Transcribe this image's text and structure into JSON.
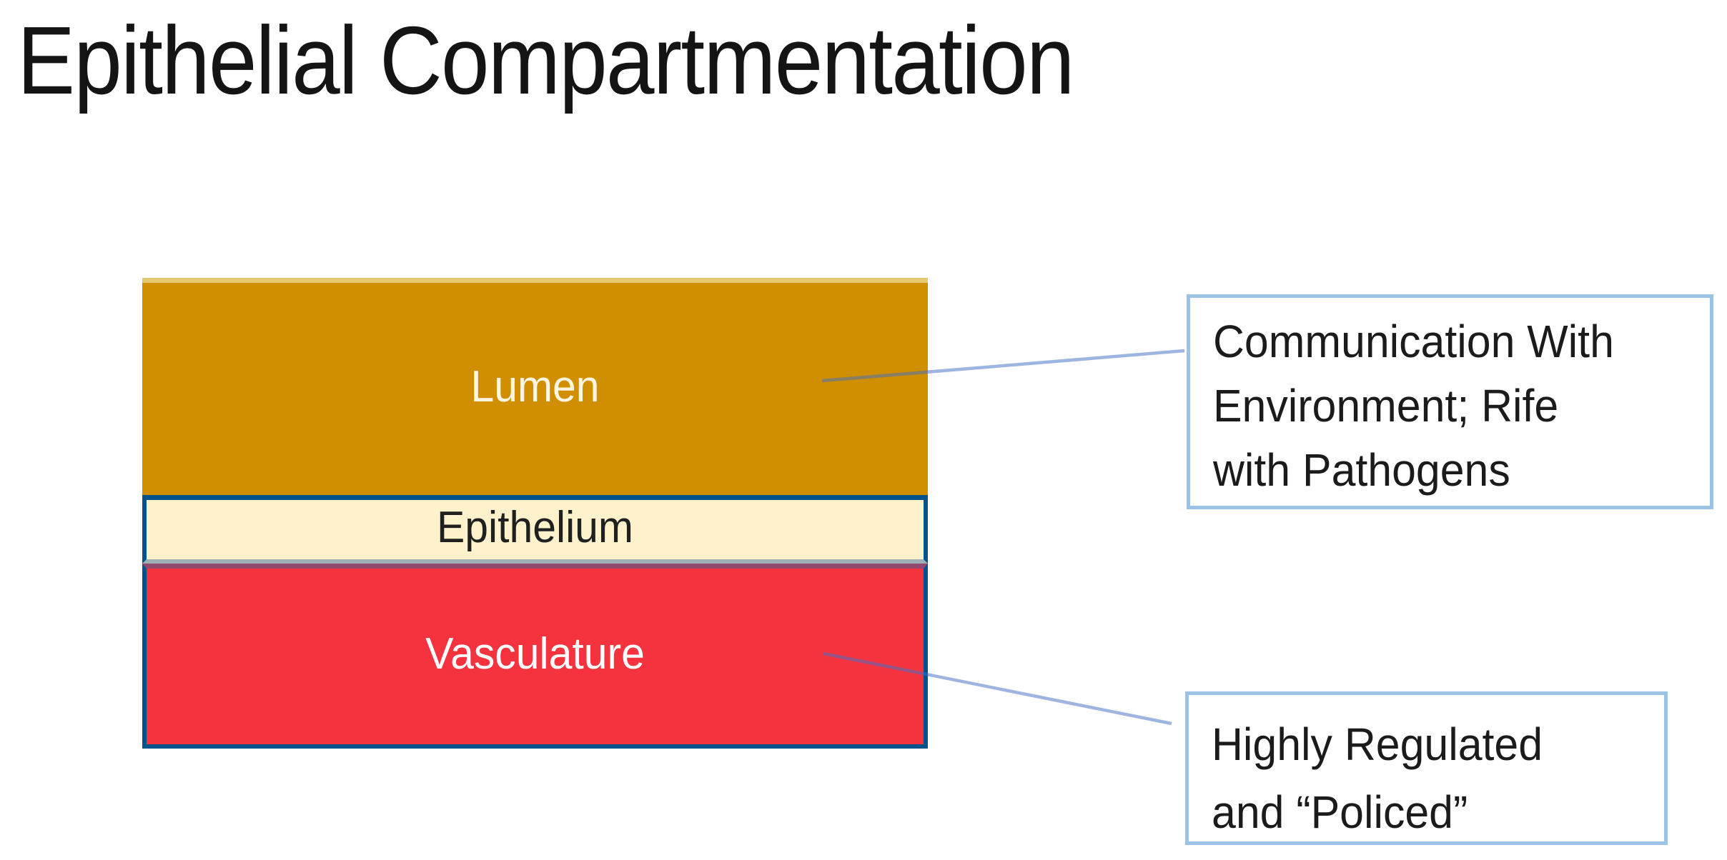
{
  "slide": {
    "title": "Epithelial Compartmentation",
    "background_color": "#FFFFFF"
  },
  "diagram": {
    "layers": [
      {
        "name": "lumen",
        "label": "Lumen",
        "fill_color": "#D08F00",
        "highlight_strip_color": "#E4C873",
        "label_color": "#FCF5DF"
      },
      {
        "name": "epithelium",
        "label": "Epithelium",
        "fill_color": "#FDF2CC",
        "label_color": "#202020",
        "border_color": "#04528A",
        "bottom_line_color": "#9FB0B4"
      },
      {
        "name": "vasculature",
        "label": "Vasculature",
        "fill_color": "#F4333F",
        "label_color": "#FFFFFF",
        "border_color": "#04528A",
        "top_line_color": "#93486E"
      }
    ]
  },
  "callouts": [
    {
      "name": "lumen-note",
      "connects_to": "Lumen",
      "border_color": "#9CC2E5",
      "lines": [
        "Communication With",
        "Environment; Rife",
        "with Pathogens"
      ]
    },
    {
      "name": "vasculature-note",
      "connects_to": "Vasculature",
      "border_color": "#9CC2E5",
      "lines": [
        "Highly Regulated",
        "and “Policed”"
      ]
    }
  ],
  "connectors": [
    {
      "name": "lumen-connector",
      "from": "Lumen",
      "to": "lumen-note",
      "color": "rgba(68,114,196,0.52)"
    },
    {
      "name": "vasculature-connector",
      "from": "Vasculature",
      "to": "vasculature-note",
      "color": "rgba(68,114,196,0.52)"
    }
  ]
}
